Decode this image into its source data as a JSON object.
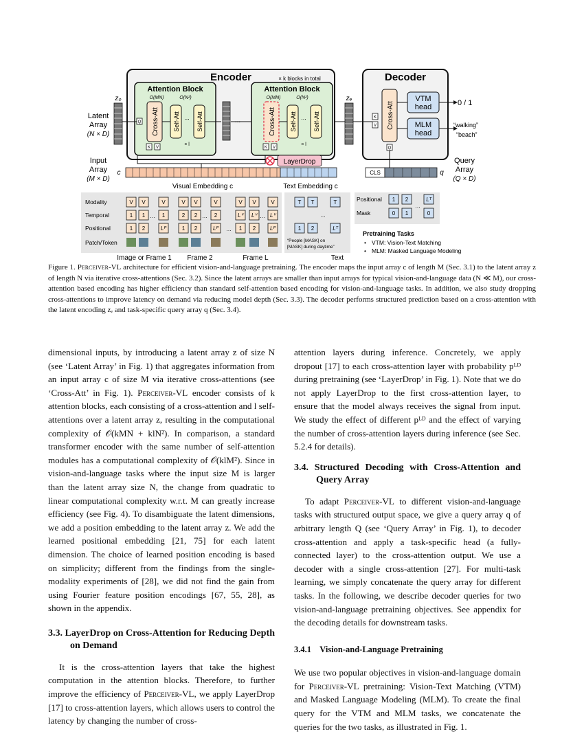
{
  "figure": {
    "encoder_title": "Encoder",
    "k_blocks_note": "× k blocks in total",
    "decoder_title": "Decoder",
    "attention_block_1": "Attention Block",
    "attention_block_2": "Attention Block",
    "omn": "O(MN)",
    "on2": "O(N²)",
    "cross_att": "Cross-Att",
    "self_att": "Self-Att",
    "times_l": "× l",
    "ellipsis": "...",
    "z0": "z₀",
    "ze": "zₑ",
    "latent_array": [
      "Latent",
      "Array",
      "(N × D)"
    ],
    "input_array": [
      "Input",
      "Array",
      "(M × D)"
    ],
    "c_label": "c",
    "q_label": "q",
    "query_array": [
      "Query",
      "Array",
      "(Q × D)"
    ],
    "layerdrop": "LayerDrop",
    "vtm_head": [
      "VTM",
      "head"
    ],
    "mlm_head": [
      "MLM",
      "head"
    ],
    "vtm_out": "0 / 1",
    "mlm_out": [
      "“walking”",
      "“beach”"
    ],
    "q_letter": "Q",
    "k_letter": "K",
    "v_letter": "V",
    "cls": "CLS",
    "visual_embedding": "Visual Embedding c",
    "text_embedding": "Text Embedding c",
    "row_labels": [
      "Modality",
      "Temporal",
      "Positional",
      "Patch/Token"
    ],
    "frame_labels": [
      "Image or Frame 1",
      "Frame 2",
      "Frame L",
      "Text"
    ],
    "text_tokens": [
      "“People [MASK] on",
      "[MASK] during daytime”"
    ],
    "dec_positional": "Positional",
    "dec_mask": "Mask",
    "pretraining_title": "Pretraining Tasks",
    "pretraining_items": [
      "VTM: Vision-Text Matching",
      "MLM: Masked Language Modeling"
    ]
  },
  "caption": {
    "label": "Figure 1.",
    "name": "Perceiver-VL",
    "text": " architecture for efficient vision-and-language pretraining. The encoder maps the input array c of length M (Sec. 3.1) to the latent array z of length N via iterative cross-attentions (Sec. 3.2). Since the latent arrays are smaller than input arrays for typical vision-and-language data (N ≪ M), our cross-attention based encoding has higher efficiency than standard self-attention based encoding for vision-and-language tasks. In addition, we also study dropping cross-attentions to improve latency on demand via reducing model depth (Sec. 3.3). The decoder performs structured prediction based on a cross-attention with the latent encoding zₑ and task-specific query array q (Sec. 3.4)."
  },
  "left_col": {
    "p1a": "dimensional inputs, by introducing a latent array z of size N (see ‘Latent Array’ in Fig. 1) that aggregates information from an input array c of size M via iterative cross-attentions (see ‘Cross-Att’ in Fig. 1). ",
    "p1_name": "Perceiver-VL",
    "p1b": " encoder consists of k attention blocks, each consisting of a cross-attention and l self-attentions over a latent array z, resulting in the computational complexity of 𝒪(kMN + klN²). In comparison, a standard transformer encoder with the same number of self-attention modules has a computational complexity of 𝒪(klM²). Since in vision-and-language tasks where the input size M is larger than the latent array size N, the change from quadratic to linear computational complexity w.r.t. M can greatly increase efficiency (see Fig. 4). To disambiguate the latent dimensions, we add a position embedding to the latent array z. We add the learned positional embedding [21, 75] for each latent dimension. The choice of learned position encoding is based on simplicity; different from the findings from the single-modality experiments of [28], we did not find the gain from using Fourier feature position encodings [67, 55, 28], as shown in the appendix.",
    "sec33_num": "3.3.",
    "sec33_title": "LayerDrop on Cross-Attention for Reducing Depth on Demand",
    "p2a": "It is the cross-attention layers that take the highest computation in the attention blocks. Therefore, to further improve the efficiency of ",
    "p2_name": "Perceiver-VL",
    "p2b": ", we apply LayerDrop [17] to cross-attention layers, which allows users to control the latency by changing the number of cross-"
  },
  "right_col": {
    "p1": "attention layers during inference. Concretely, we apply dropout [17] to each cross-attention layer with probability pᴸᴰ during pretraining (see ‘LayerDrop’ in Fig. 1). Note that we do not apply LayerDrop to the first cross-attention layer, to ensure that the model always receives the signal from input. We study the effect of different pᴸᴰ and the effect of varying the number of cross-attention layers during inference (see Sec. 5.2.4 for details).",
    "sec34_num": "3.4.",
    "sec34_title": "Structured Decoding with Cross-Attention and Query Array",
    "p2a": "To adapt ",
    "p2_name": "Perceiver-VL",
    "p2b": " to different vision-and-language tasks with structured output space, we give a query array q of arbitrary length Q (see ‘Query Array’ in Fig. 1), to decoder cross-attention and apply a task-specific head (a fully-connected layer) to the cross-attention output. We use a decoder with a single cross-attention [27]. For multi-task learning, we simply concatenate the query array for different tasks. In the following, we describe decoder queries for two vision-and-language pretraining objectives. See appendix for the decoding details for downstream tasks.",
    "sub_num": "3.4.1",
    "sub_title": "Vision-and-Language Pretraining",
    "p3a": "We use two popular objectives in vision-and-language domain for ",
    "p3_name": "Perceiver-VL",
    "p3b": " pretraining: Vision-Text Matching (VTM) and Masked Language Modeling (MLM). To create the final query for the VTM and MLM tasks, we concatenate the queries for the two tasks, as illustrated in Fig. 1."
  }
}
